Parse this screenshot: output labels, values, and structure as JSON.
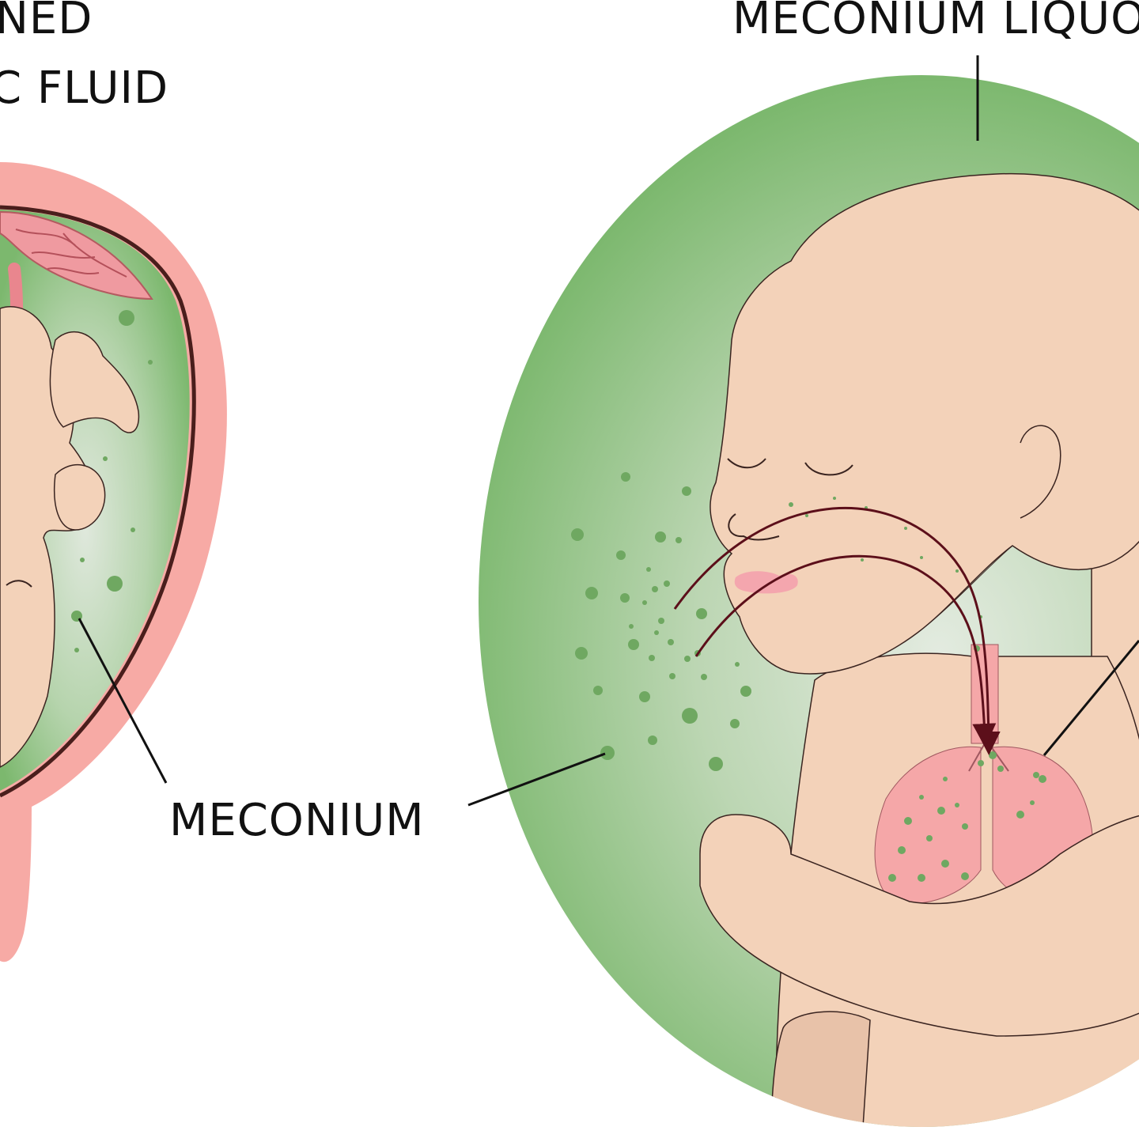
{
  "labels": {
    "stained_line1": "NED",
    "stained_line2": "C FLUID",
    "meconium": "MECONIUM",
    "meconium_liquor": "MECONIUM LIQUO"
  },
  "colors": {
    "amniotic_green": "#7cb86e",
    "amniotic_center": "#dfe8dc",
    "skin": "#f3d2b9",
    "skin_shadow": "#e8c2a9",
    "uterus_wall": "#f7aaa5",
    "uterus_inner": "#d86f73",
    "lungs": "#f5a7a8",
    "outline": "#3a2420",
    "arrow": "#5c0f1a",
    "meconium_particle": "#6fa861"
  },
  "icons": {
    "arrow": "arrow-icon"
  }
}
